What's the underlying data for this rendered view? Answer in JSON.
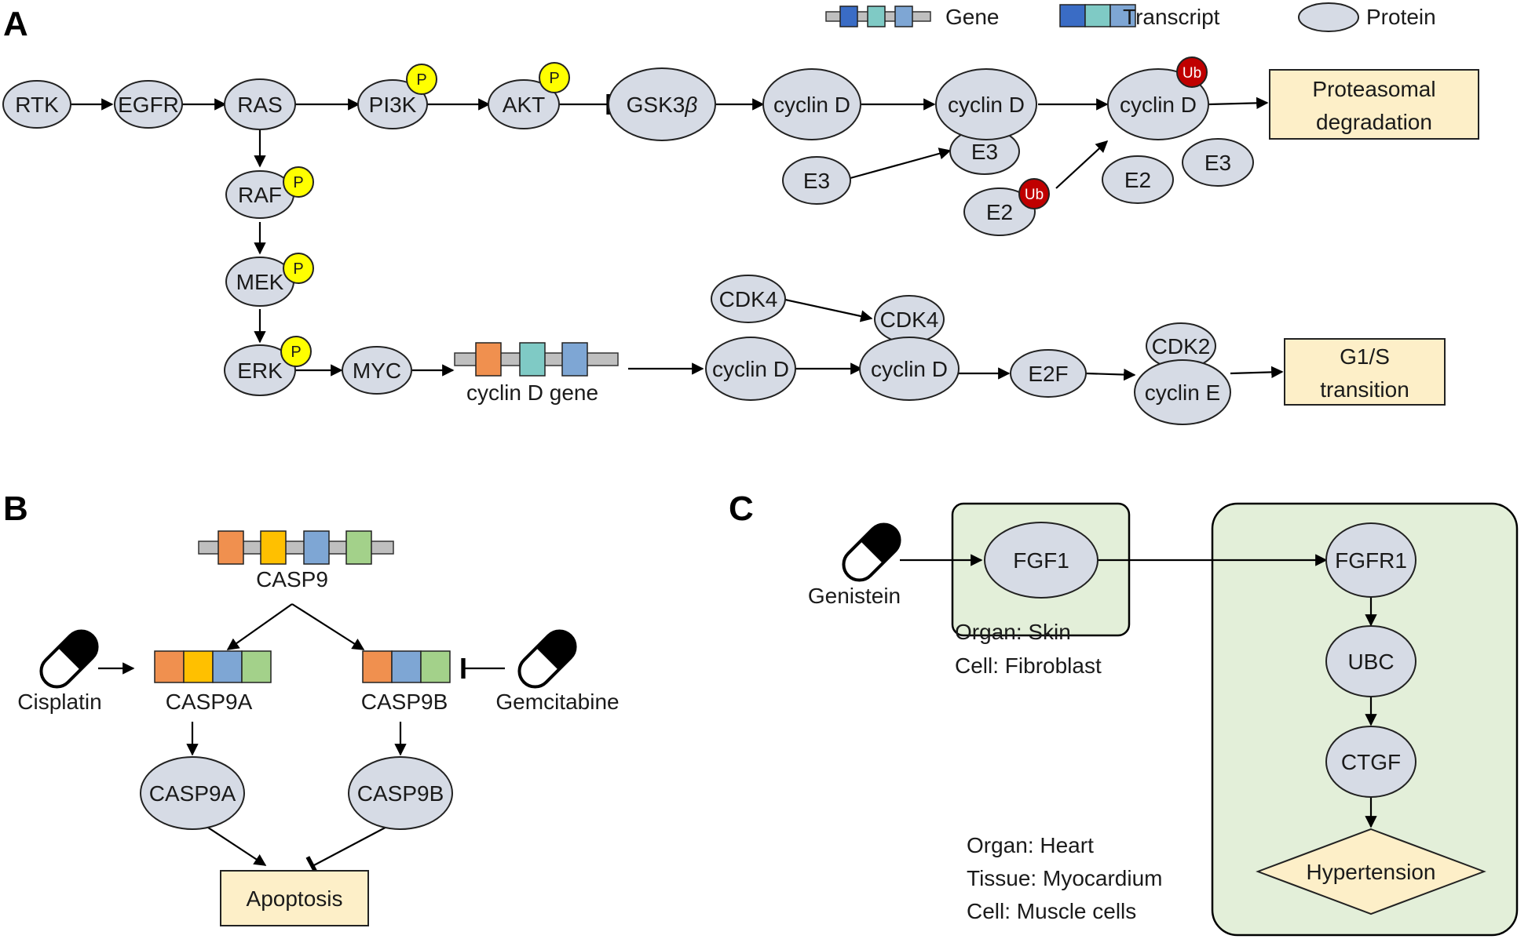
{
  "panels": {
    "a": "A",
    "b": "B",
    "c": "C"
  },
  "legend": {
    "gene": "Gene",
    "transcript": "Transcript",
    "protein": "Protein"
  },
  "mods": {
    "p": "P",
    "ub": "Ub"
  },
  "a": {
    "rtk": "RTK",
    "egfr": "EGFR",
    "ras": "RAS",
    "pi3k": "PI3K",
    "akt": "AKT",
    "gsk3b": "GSK3",
    "beta": "β",
    "cyclin_d": "cyclin D",
    "e3": "E3",
    "e2": "E2",
    "raf": "RAF",
    "mek": "MEK",
    "erk": "ERK",
    "myc": "MYC",
    "cyclin_d_gene": "cyclin D gene",
    "cdk4": "CDK4",
    "e2f": "E2F",
    "cdk2": "CDK2",
    "cyclin_e": "cyclin E",
    "out_degradation_1": "Proteasomal",
    "out_degradation_2": "degradation",
    "out_g1s_1": "G1/S",
    "out_g1s_2": "transition"
  },
  "b": {
    "casp9_gene": "CASP9",
    "cisplatin": "Cisplatin",
    "gemcitabine": "Gemcitabine",
    "casp9a_t": "CASP9A",
    "casp9b_t": "CASP9B",
    "casp9a_p": "CASP9A",
    "casp9b_p": "CASP9B",
    "apoptosis": "Apoptosis"
  },
  "c": {
    "genistein": "Genistein",
    "fgf1": "FGF1",
    "fgfr1": "FGFR1",
    "ubc": "UBC",
    "ctgf": "CTGF",
    "hypertension": "Hypertension",
    "skin_organ": "Organ: Skin",
    "skin_cell": "Cell: Fibroblast",
    "heart_organ": "Organ: Heart",
    "heart_tissue": "Tissue: Myocardium",
    "heart_cell": "Cell: Muscle cells"
  },
  "colors": {
    "protein": "#d6dbe5",
    "box": "#fdefc8",
    "compartment": "#e3efd9",
    "phospho": "#ffff00",
    "ubiquitin": "#c00000",
    "orange": "#f0904f",
    "yellow": "#ffc000",
    "teal": "#7fcac5",
    "blue": "#7ea6d4",
    "green": "#a3d18a",
    "darkblue": "#3a6cc5",
    "bar": "#bfbfbf"
  }
}
